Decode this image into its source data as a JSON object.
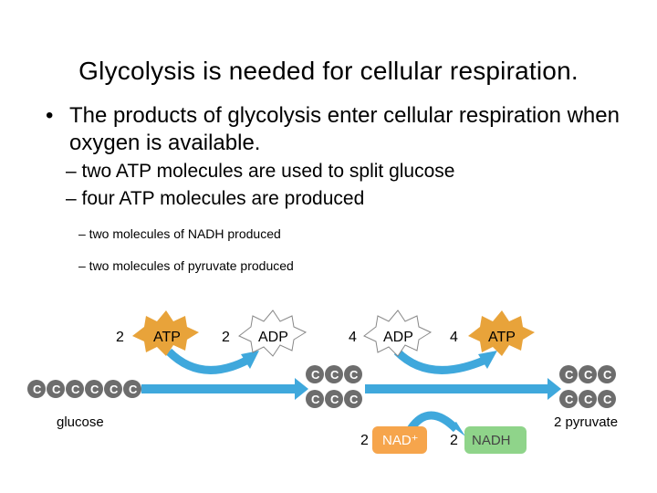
{
  "slide": {
    "title": "Glycolysis is needed for cellular respiration.",
    "bullet_marker": "•",
    "bullet_text": "The products of glycolysis enter cellular respiration when oxygen is available.",
    "sub_bullets": [
      "– two ATP molecules are used to split glucose",
      "– four ATP molecules are produced"
    ],
    "small_bullets": [
      "–  two molecules of NADH produced",
      "–  two molecules of pyruvate produced"
    ]
  },
  "diagram": {
    "atp_in": {
      "count": "2",
      "label": "ATP"
    },
    "adp_out": {
      "count": "2",
      "label": "ADP"
    },
    "adp_in": {
      "count": "4",
      "label": "ADP"
    },
    "atp_out": {
      "count": "4",
      "label": "ATP"
    },
    "nad": {
      "count": "2",
      "label": "NAD⁺"
    },
    "nadh": {
      "count": "2",
      "label": "NADH"
    },
    "carbon_letter": "C",
    "glucose_label": "glucose",
    "pyruvate_label": "2 pyruvate",
    "colors": {
      "atp": "#e8a33a",
      "adp": "#ffffff",
      "arrow": "#3fa8dc",
      "nad": "#f6a54c",
      "nadh": "#8fd48a",
      "carbon": "#6d6d6d"
    }
  }
}
